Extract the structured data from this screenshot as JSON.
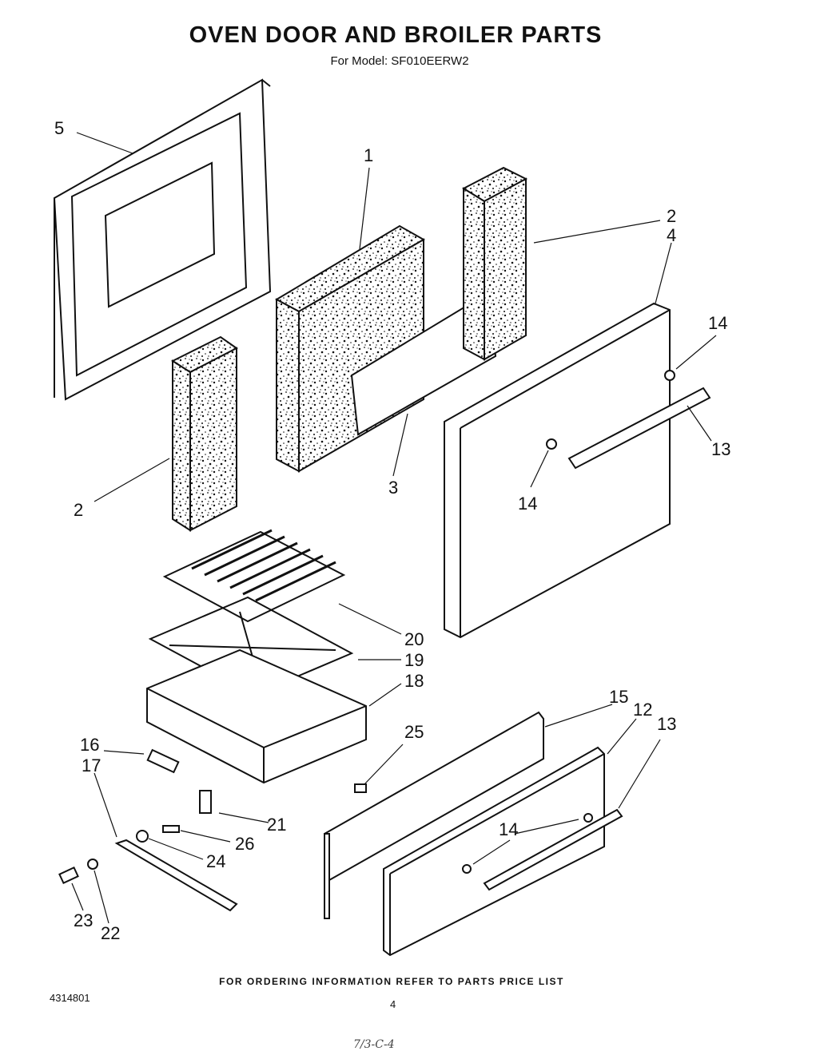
{
  "header": {
    "title": "OVEN DOOR AND BROILER PARTS",
    "subtitle": "For Model: SF010EERW2"
  },
  "callouts": {
    "c1": "1",
    "c2a": "2",
    "c2b": "2",
    "c3": "3",
    "c4": "4",
    "c5": "5",
    "c12": "12",
    "c13a": "13",
    "c13b": "13",
    "c14a": "14",
    "c14b": "14",
    "c14c": "14",
    "c15": "15",
    "c16": "16",
    "c17": "17",
    "c18": "18",
    "c19": "19",
    "c20": "20",
    "c21": "21",
    "c22": "22",
    "c23": "23",
    "c24": "24",
    "c25": "25",
    "c26": "26"
  },
  "footer": {
    "ordering_note": "FOR ORDERING INFORMATION REFER TO PARTS PRICE LIST",
    "doc_number": "4314801",
    "page_number": "4",
    "handwritten_note": "7/3-C-4"
  }
}
